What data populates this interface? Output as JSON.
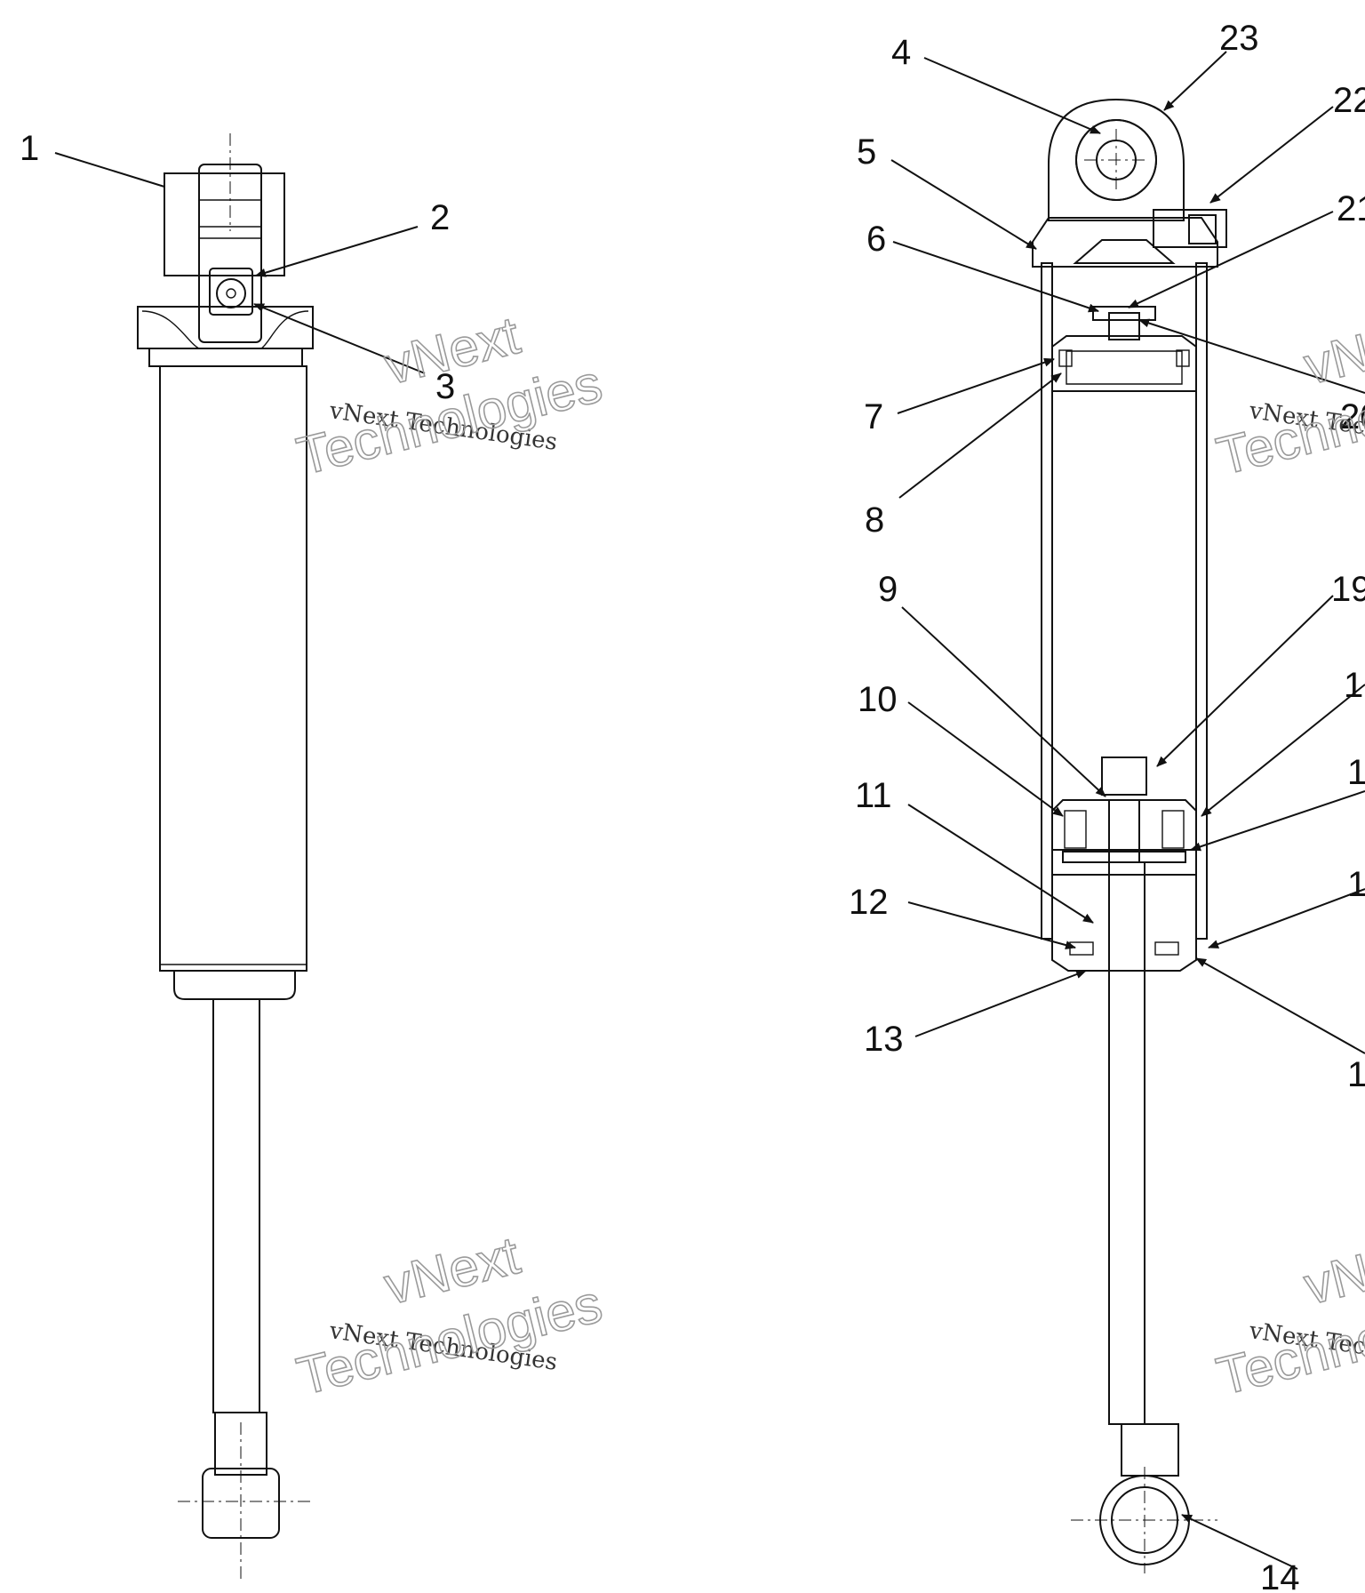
{
  "callouts": [
    {
      "id": "1",
      "text": "1"
    },
    {
      "id": "2",
      "text": "2"
    },
    {
      "id": "3",
      "text": "3"
    },
    {
      "id": "4",
      "text": "4"
    },
    {
      "id": "5",
      "text": "5"
    },
    {
      "id": "6",
      "text": "6"
    },
    {
      "id": "7",
      "text": "7"
    },
    {
      "id": "8",
      "text": "8"
    },
    {
      "id": "9",
      "text": "9"
    },
    {
      "id": "10",
      "text": "10"
    },
    {
      "id": "11",
      "text": "11"
    },
    {
      "id": "12",
      "text": "12"
    },
    {
      "id": "13",
      "text": "13"
    },
    {
      "id": "14",
      "text": "14"
    },
    {
      "id": "15",
      "text": "1"
    },
    {
      "id": "16",
      "text": "1"
    },
    {
      "id": "17",
      "text": "1"
    },
    {
      "id": "18",
      "text": "1"
    },
    {
      "id": "19",
      "text": "19"
    },
    {
      "id": "20",
      "text": "20"
    },
    {
      "id": "21",
      "text": "21"
    },
    {
      "id": "22",
      "text": "22"
    },
    {
      "id": "23",
      "text": "23"
    }
  ],
  "watermark": {
    "small": "vNext Technologies",
    "line1": "vNext",
    "line2": "Technologies"
  }
}
